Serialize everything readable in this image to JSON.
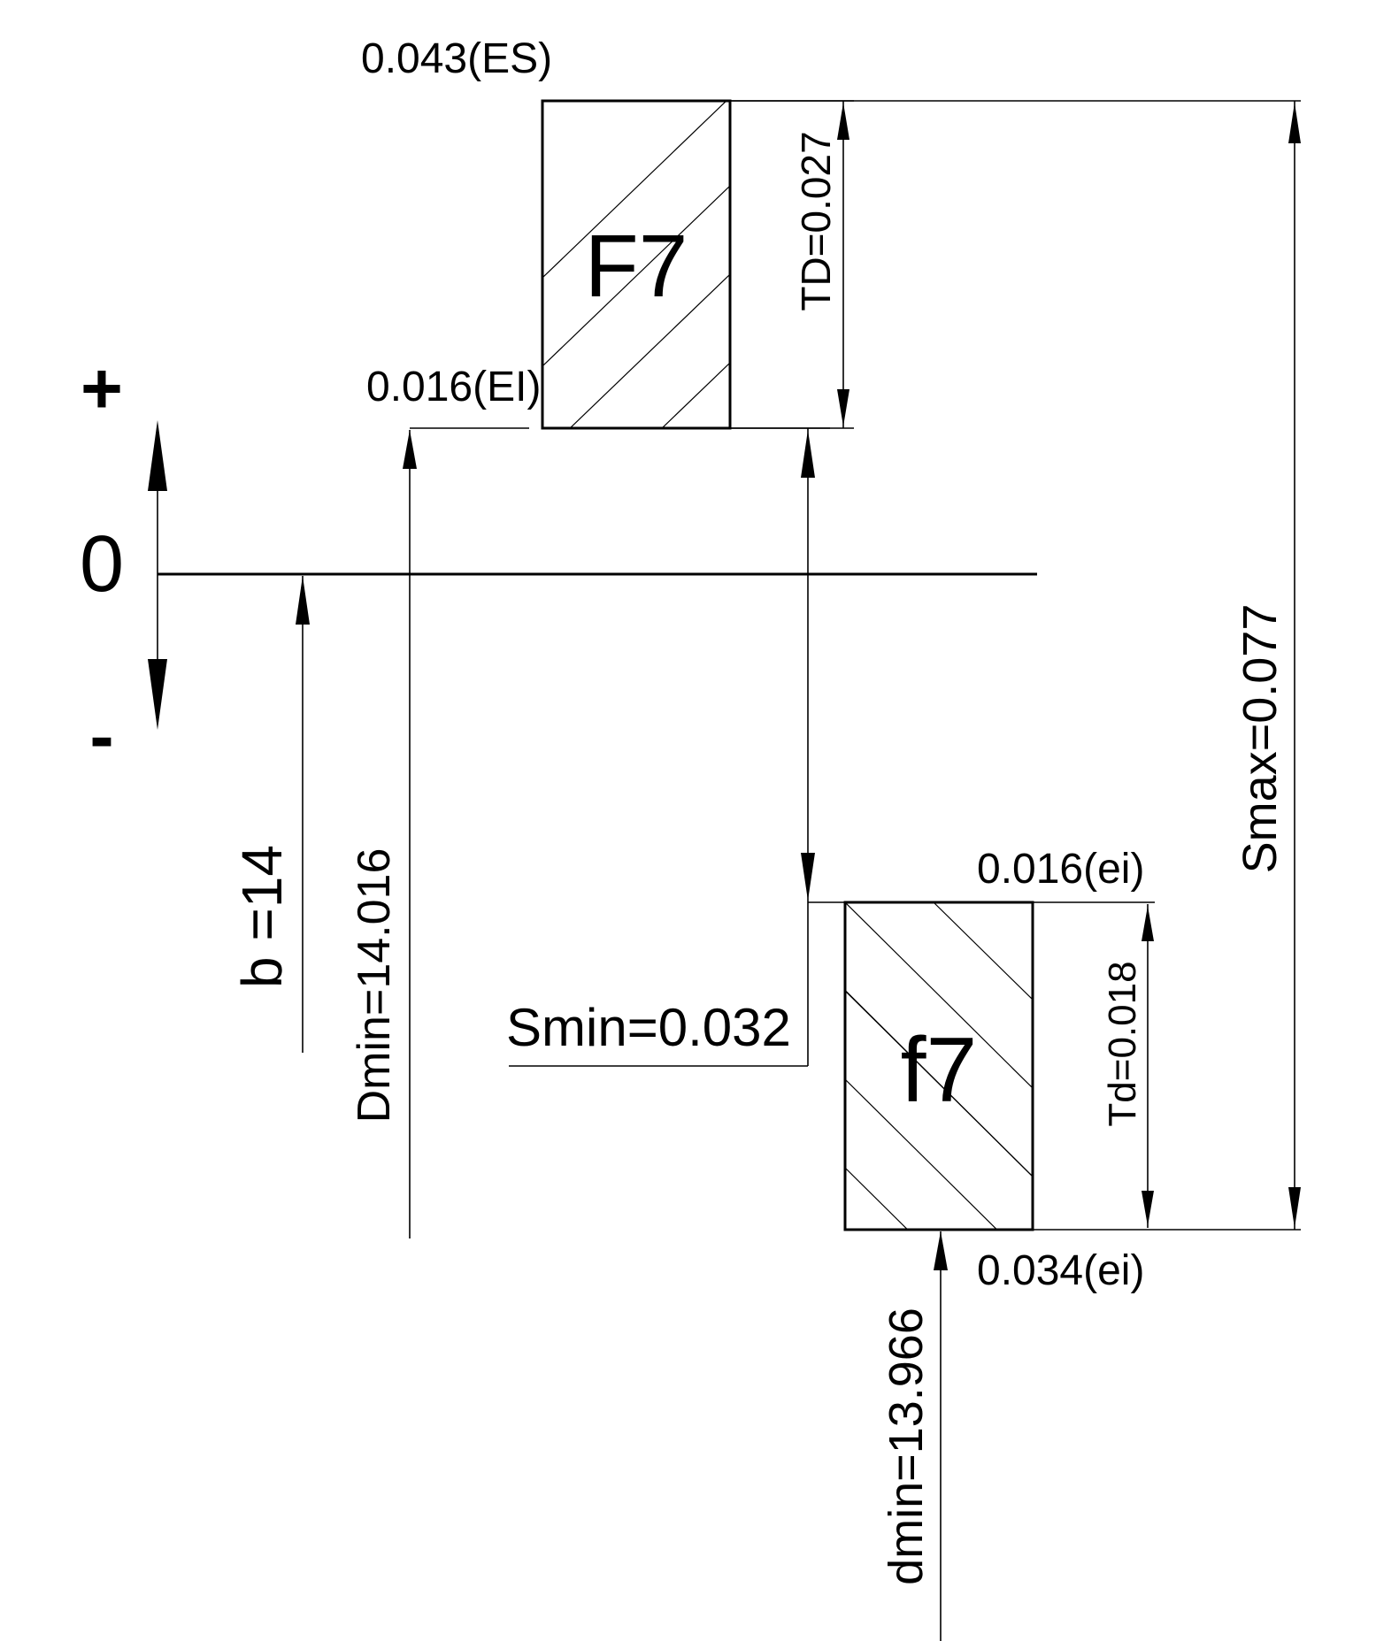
{
  "zero_line": {
    "label": "0",
    "plus": "+",
    "minus": "-"
  },
  "hole": {
    "name": "F7",
    "upper": "0.043(ES)",
    "lower": "0.016(EI)",
    "tolerance": "TD=0.027"
  },
  "shaft": {
    "name": "f7",
    "upper": "0.016(ei)",
    "lower": "0.034(ei)",
    "tolerance": "Td=0.018"
  },
  "dimensions": {
    "basic": "b =14",
    "d_min_hole": "Dmin=14.016",
    "s_min": "Smin=0.032",
    "s_max": "Smax=0.077",
    "d_min_shaft": "dmin=13.966"
  }
}
